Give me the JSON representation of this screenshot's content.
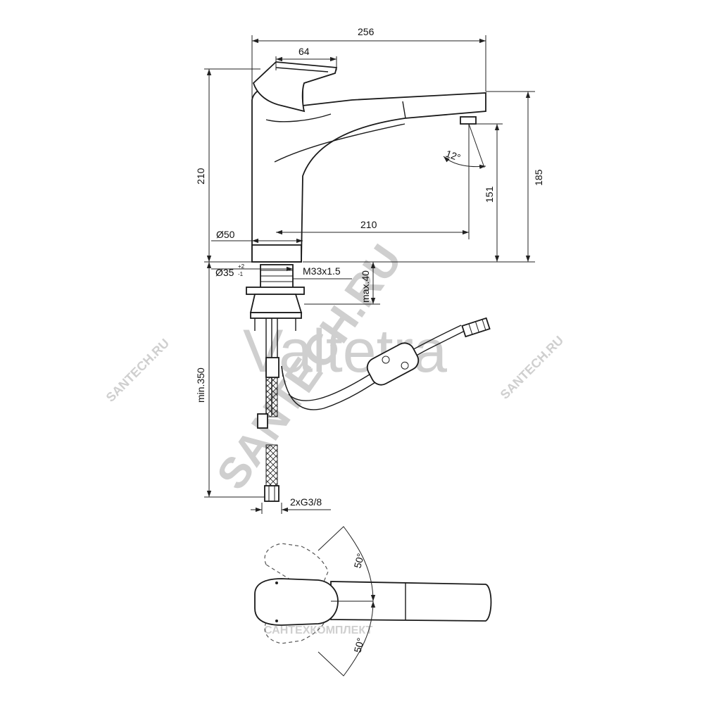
{
  "labels": {
    "width_total": "256",
    "handle_width": "64",
    "height_total": "210",
    "spout_reach": "210",
    "spout_height": "185",
    "outlet_height": "151",
    "angle_spray": "12°",
    "base_diameter": "Ø50",
    "hole_diameter": "Ø35",
    "hole_tol_plus": "+2",
    "hole_tol_minus": "-1",
    "thread": "M33x1.5",
    "max_thickness": "max.40",
    "min_hose": "min.350",
    "connection": "2xG3/8",
    "rotation_up": "50°",
    "rotation_down": "50°"
  },
  "watermarks": {
    "brand": "Valtetra",
    "site": "SANTECH.RU",
    "company": "САНТЕХКОМПЛЕКТ",
    "corner_left": "SANTECH.RU",
    "corner_right": "SANTECH.RU"
  }
}
